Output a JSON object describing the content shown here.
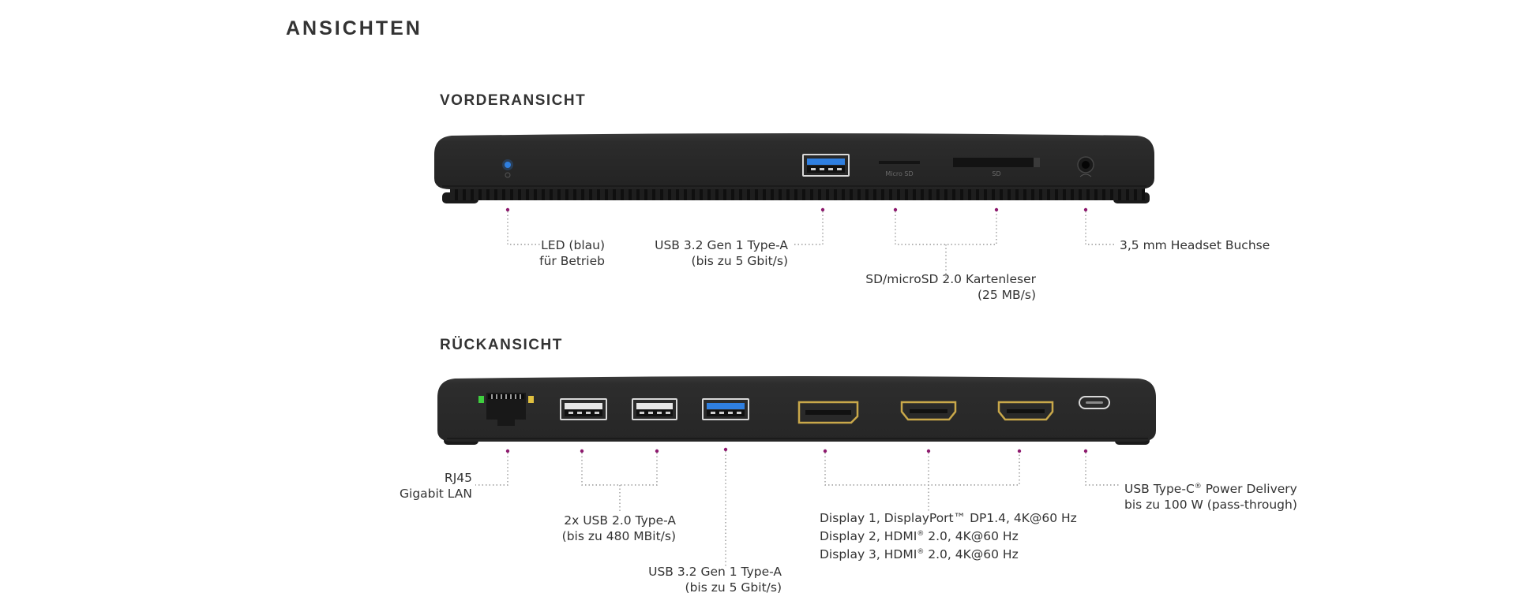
{
  "page": {
    "title": "ANSICHTEN"
  },
  "colors": {
    "device_body": "#2a2a2a",
    "device_shadow": "#1a1a1a",
    "leader_dot": "#8e1a6e",
    "leader_line": "#9a9a9a",
    "usb3_blue": "#2f7fe0",
    "display_gold": "#c9a84a",
    "led_blue": "#2f7fe0",
    "lan_green": "#3fcf3f",
    "lan_yellow": "#e0c040"
  },
  "front": {
    "title": "VORDERANSICHT",
    "port_markings": {
      "micro_sd": "Micro SD",
      "sd": "SD"
    },
    "callouts": {
      "led": {
        "line1": "LED (blau)",
        "line2": "für Betrieb"
      },
      "usb3": {
        "line1": "USB 3.2 Gen 1 Type-A",
        "line2": "(bis zu 5 Gbit/s)"
      },
      "card_reader": {
        "line1": "SD/microSD 2.0 Kartenleser",
        "line2": "(25 MB/s)"
      },
      "headset": {
        "line1": "3,5 mm Headset Buchse"
      }
    }
  },
  "back": {
    "title": "RÜCKANSICHT",
    "callouts": {
      "rj45": {
        "line1": "RJ45",
        "line2": "Gigabit LAN"
      },
      "usb2": {
        "line1": "2x USB 2.0 Type-A",
        "line2": "(bis zu 480 MBit/s)"
      },
      "usb3": {
        "line1": "USB 3.2 Gen 1 Type-A",
        "line2": "(bis zu 5 Gbit/s)"
      },
      "display": {
        "line1": "Display 1, DisplayPort™ DP1.4, 4K@60 Hz",
        "line2_pre": "Display 2, HDMI",
        "line2_post": " 2.0, 4K@60 Hz",
        "line3_pre": "Display 3, HDMI",
        "line3_post": " 2.0, 4K@60 Hz",
        "reg_mark": "®"
      },
      "usbc": {
        "line1_pre": "USB Type-C",
        "line1_reg": "®",
        "line1_post": " Power Delivery",
        "line2": "bis zu 100 W (pass-through)"
      }
    }
  }
}
